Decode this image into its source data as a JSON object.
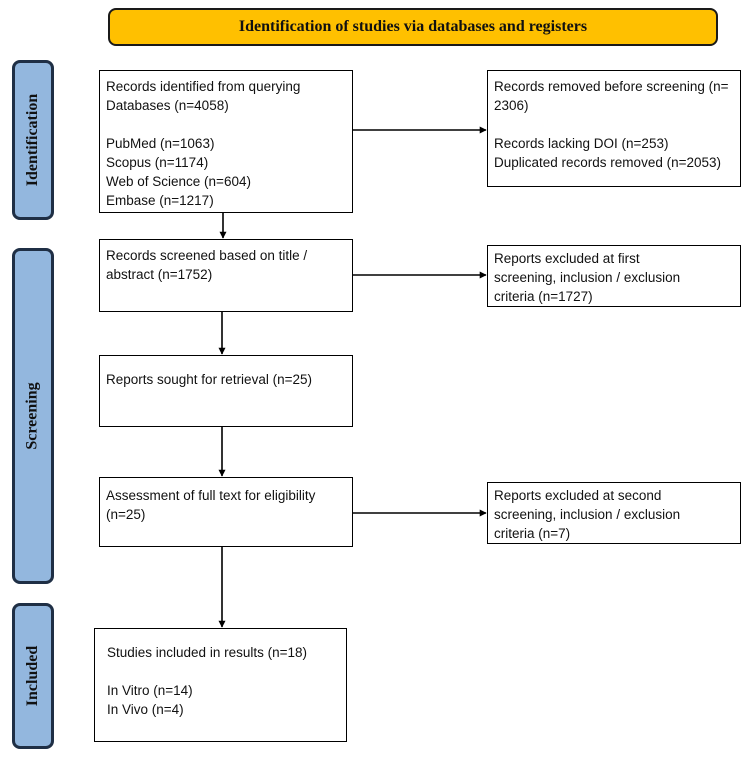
{
  "banner": "Identification of studies via databases and registers",
  "phases": {
    "identification": "Identification",
    "screening": "Screening",
    "included": "Included"
  },
  "boxes": {
    "records_identified": {
      "line1": "Records identified from querying",
      "line2": "Databases (n=4058)",
      "pubmed": "PubMed (n=1063)",
      "scopus": "Scopus (n=1174)",
      "wos": "Web of Science (n=604)",
      "embase": "Embase (n=1217)"
    },
    "records_removed": {
      "line1": "Records removed before screening  (n=",
      "line2": "2306)",
      "doi": "Records lacking DOI (n=253)",
      "duplicates": "Duplicated records removed (n=2053)"
    },
    "records_screened": {
      "line1": "Records screened based on title /",
      "line2": "abstract (n=1752)"
    },
    "excluded_first": {
      "line1": "Reports excluded at first",
      "line2": "screening, inclusion / exclusion",
      "line3": "criteria (n=1727)"
    },
    "sought": {
      "line1": "Reports sought for retrieval (n=25)"
    },
    "assessment": {
      "line1": "Assessment of full text for eligibility",
      "line2": "(n=25)"
    },
    "excluded_second": {
      "line1": "Reports excluded at second",
      "line2": "screening, inclusion / exclusion",
      "line3": "criteria (n=7)"
    },
    "included": {
      "line1": "Studies included in results (n=18)",
      "invitro": "In Vitro (n=14)",
      "invivo": "In Vivo (n=4)"
    }
  },
  "colors": {
    "banner_fill": "#FFC000",
    "phase_fill": "#93B7DE",
    "phase_border": "#1f2f45",
    "box_border": "#000000"
  }
}
